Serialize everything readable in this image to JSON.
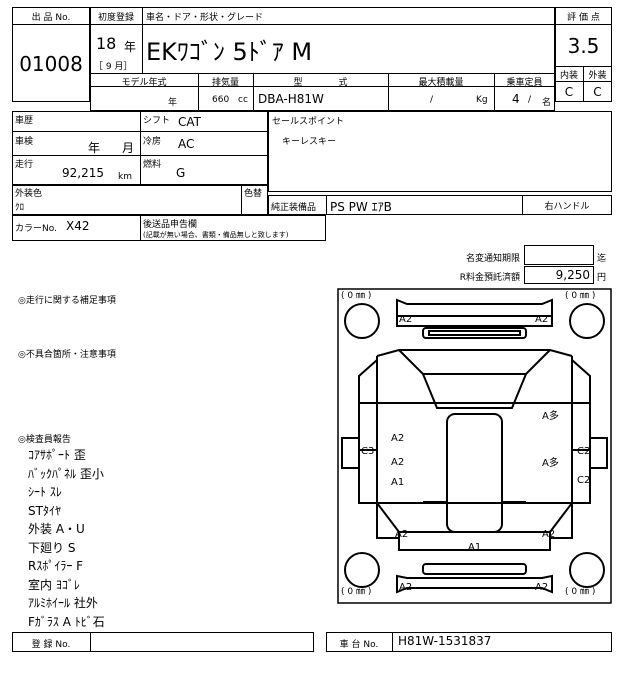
{
  "header": {
    "lot_label": "出 品 No.",
    "lot_number": "01008",
    "first_reg_label": "初度登録",
    "car_name_label": "車名・ドア・形状・グレード",
    "grade_label": "評 価 点",
    "year": "18",
    "year_unit": "年",
    "month": "［ 9 月］",
    "car_name": "EKﾜｺﾞﾝ 5ﾄﾞｱ  M",
    "score": "3.5",
    "interior_label": "内装",
    "exterior_label": "外装",
    "interior_grade": "C",
    "exterior_grade": "C"
  },
  "model_row": {
    "model_year_label": "モデル年式",
    "displacement_label": "排気量",
    "type_label": "型　　　　式",
    "max_load_label": "最大積載量",
    "capacity_label": "乗車定員",
    "year_unit": "年",
    "displacement": "660",
    "cc": "cc",
    "model_code": "DBA-H81W",
    "load_slash": "/",
    "kg": "Kg",
    "capacity": "4",
    "cap_slash": "/",
    "people": "名"
  },
  "specs": {
    "history_label": "車歴",
    "shift_label": "シフト",
    "shift": "CAT",
    "sales_point_label": "セールスポイント",
    "sales_point": "キーレスキー",
    "inspection_label": "車検",
    "year_unit": "年",
    "month_unit": "月",
    "ac_label": "冷房",
    "ac": "AC",
    "mileage_label": "走行",
    "mileage": "92,215",
    "km": "km",
    "fuel_label": "燃料",
    "fuel": "G",
    "exterior_color_label": "外装色",
    "exterior_color": "ｸﾛ",
    "color_change_label": "色替",
    "equipment_label": "純正装備品",
    "equipment": "PS PW ｴｱB",
    "steering": "右ハンドル",
    "color_no_label": "カラーNo.",
    "color_no": "X42",
    "post_docs_label": "後送品申告欄",
    "post_docs_note": "(記載が無い場合、書類・備品無しと致します)"
  },
  "fees": {
    "name_change_label": "名変通知期限",
    "name_change_unit": "迄",
    "recycle_label": "R料金預託済額",
    "recycle_amount": "9,250",
    "recycle_unit": "円"
  },
  "notes": {
    "driving_label": "◎走行に関する補足事項",
    "defects_label": "◎不具合箇所・注意事項",
    "inspector_label": "◎検査員報告",
    "items": [
      "ｺｱｻﾎﾟｰﾄ 歪",
      "ﾊﾞｯｸﾊﾟﾈﾙ 歪小",
      "ｼｰﾄ ｽﾚ",
      "STﾀｲﾔ",
      "外装 A・U",
      "下廻り S",
      "Rｽﾎﾟｲﾗｰ F",
      "室内 ﾖｺﾞﾚ",
      "ｱﾙﾐﾎｲｰﾙ 社外",
      "Fｶﾞﾗｽ A ﾄﾋﾞ石"
    ]
  },
  "diagram": {
    "tire_tl": "( 0  ㎜ )",
    "tire_tr": "( 0  ㎜ )",
    "tire_bl": "( 0  ㎜ )",
    "tire_br": "( 0  ㎜ )",
    "marks": {
      "front_bumper_left": "A2",
      "front_bumper_right": "A2",
      "left_front": "A2",
      "left_mid": "A2",
      "left_door": "A1",
      "left_side": "C3",
      "right_front": "A多",
      "right_door": "A多",
      "right_side_top": "C2",
      "right_side_bottom": "C2",
      "rear_left": "A2",
      "rear_right": "A2",
      "rear_center": "A1",
      "rear_bumper_left": "A2",
      "rear_bumper_right": "A2"
    }
  },
  "footer": {
    "reg_label": "登 録 No.",
    "chassis_label": "車 台 No.",
    "chassis_no": "H81W-1531837"
  }
}
